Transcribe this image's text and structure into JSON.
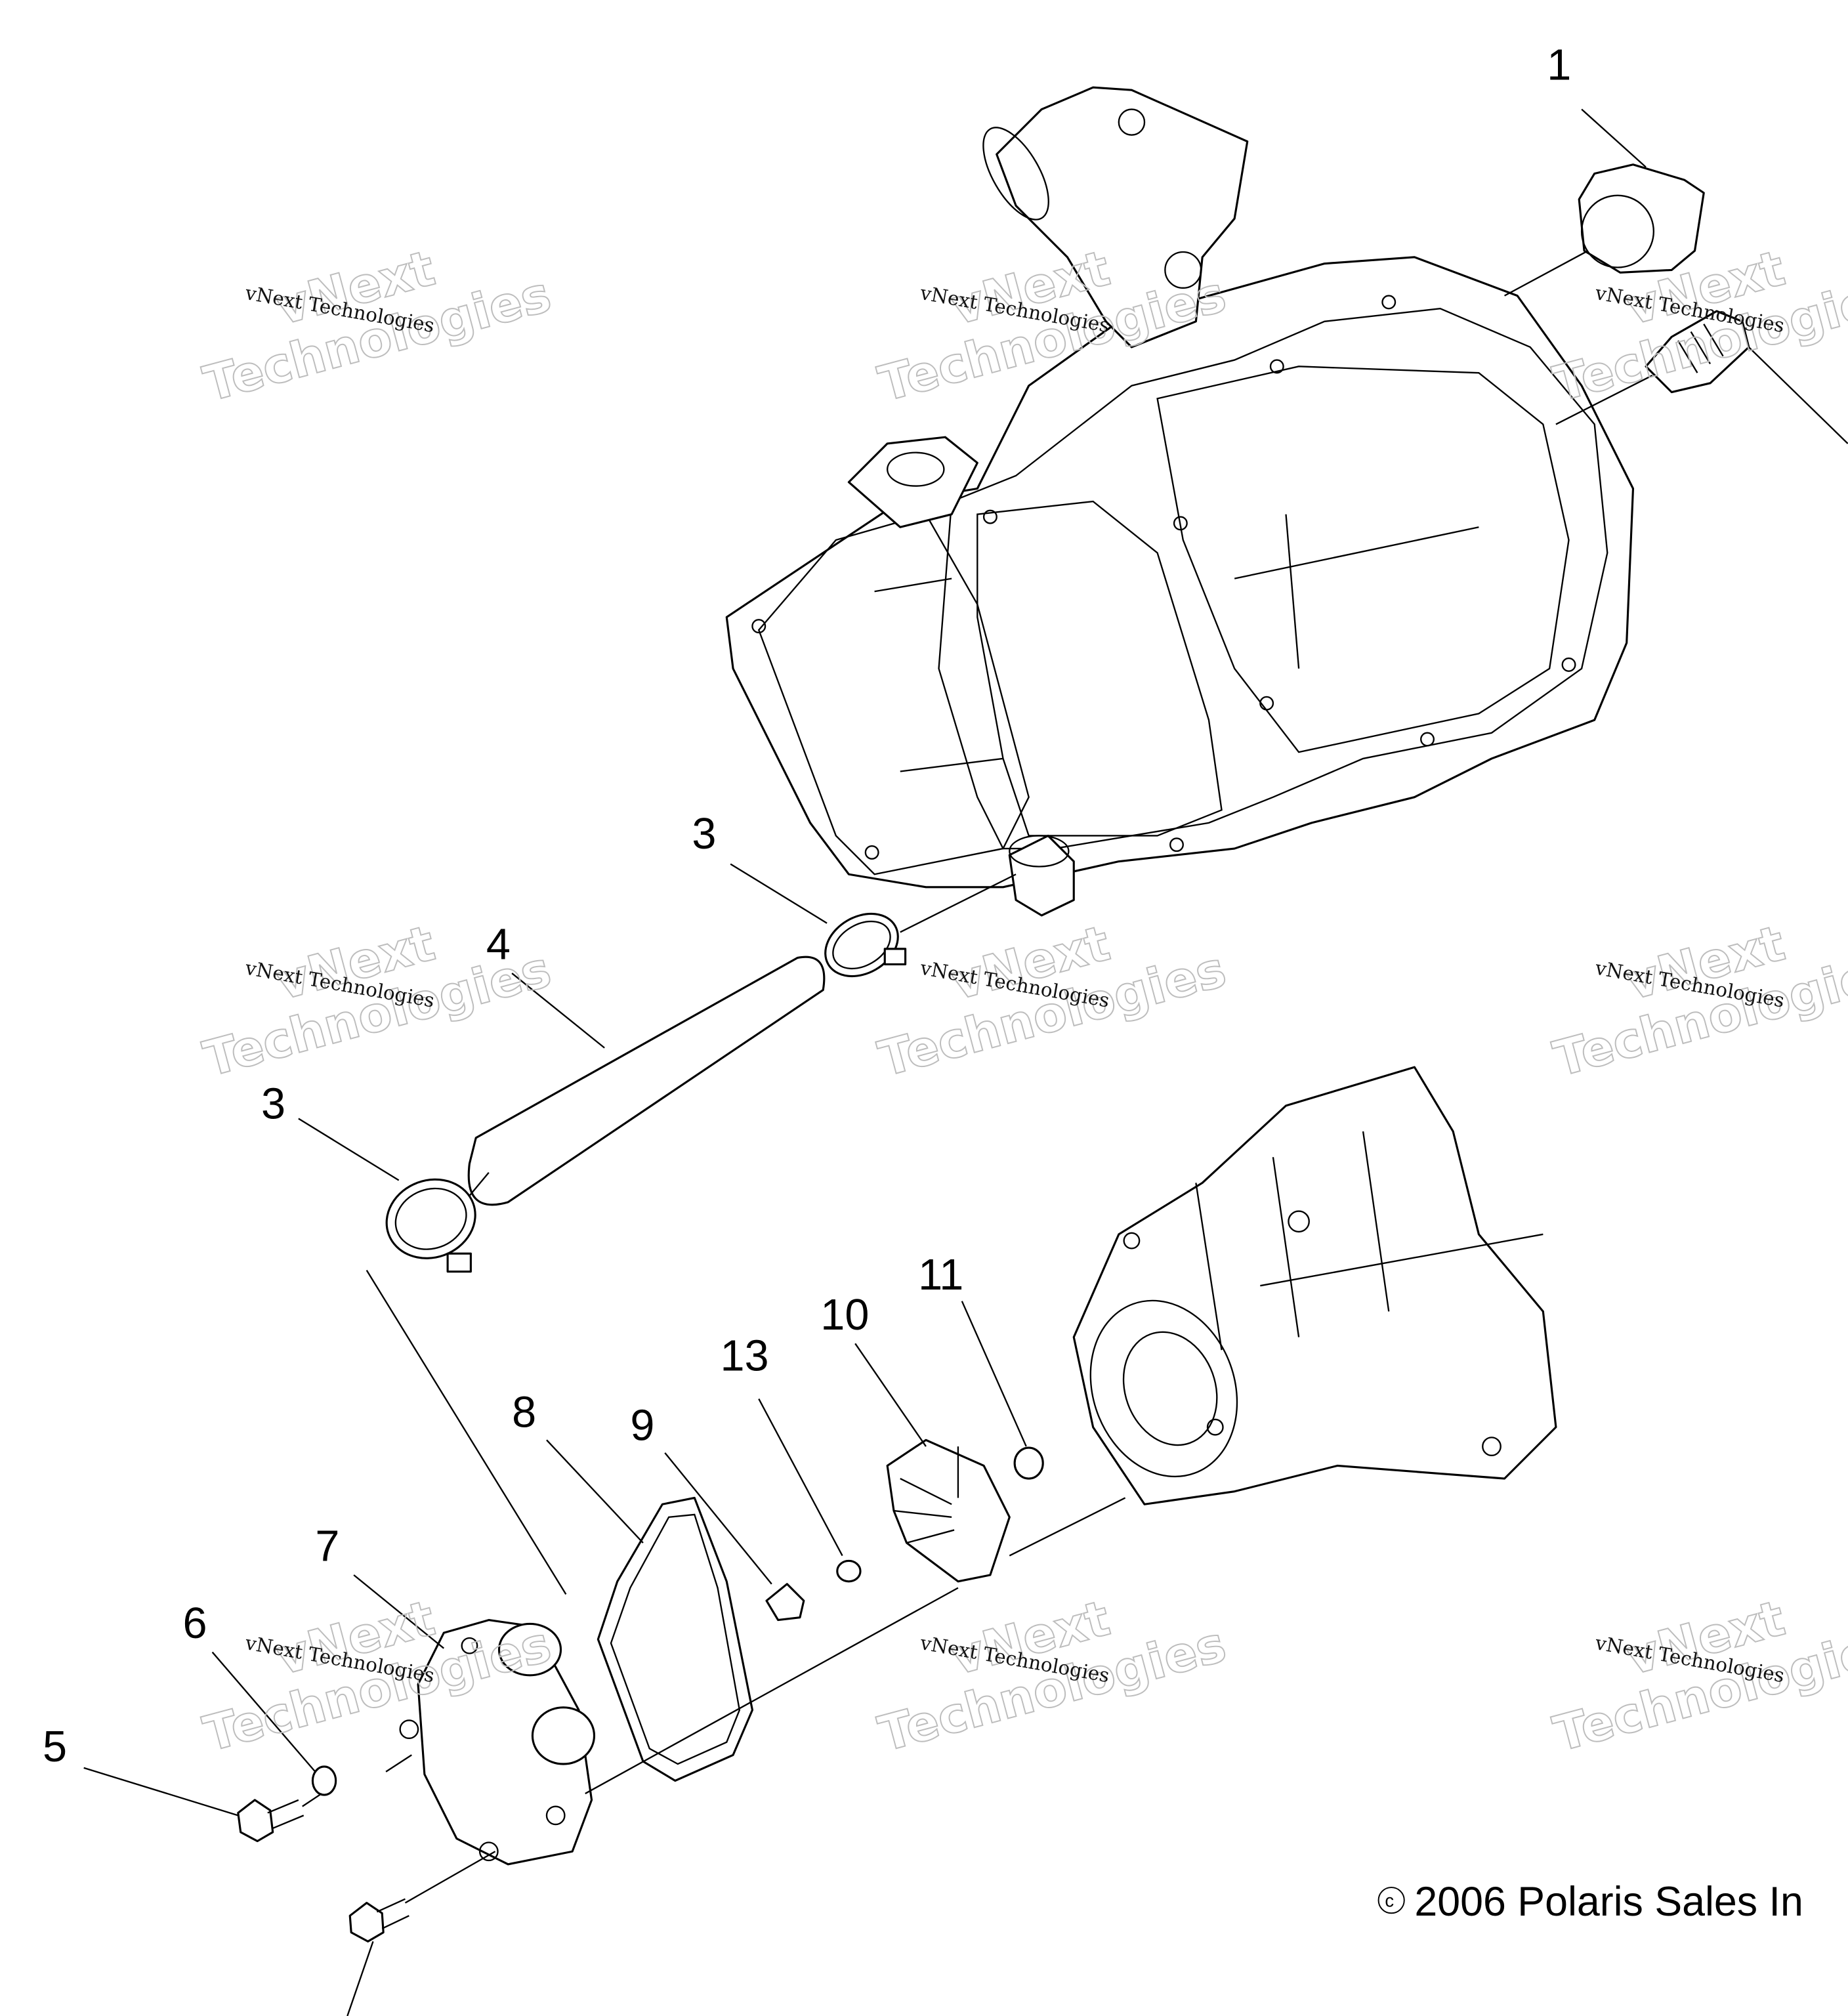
{
  "diagram": {
    "callouts": [
      {
        "id": "c1",
        "label": "1"
      },
      {
        "id": "c3a",
        "label": "3"
      },
      {
        "id": "c4",
        "label": "4"
      },
      {
        "id": "c3b",
        "label": "3"
      },
      {
        "id": "c13",
        "label": "13"
      },
      {
        "id": "c10",
        "label": "10"
      },
      {
        "id": "c11",
        "label": "11"
      },
      {
        "id": "c8",
        "label": "8"
      },
      {
        "id": "c9",
        "label": "9"
      },
      {
        "id": "c7",
        "label": "7"
      },
      {
        "id": "c6",
        "label": "6"
      },
      {
        "id": "c5",
        "label": "5"
      }
    ],
    "watermark": {
      "small": "vNext Technologies",
      "big_line1": "vNext",
      "big_line2": "Technologies"
    },
    "copyright": "2006 Polaris Sales In",
    "copyright_symbol": "c"
  }
}
